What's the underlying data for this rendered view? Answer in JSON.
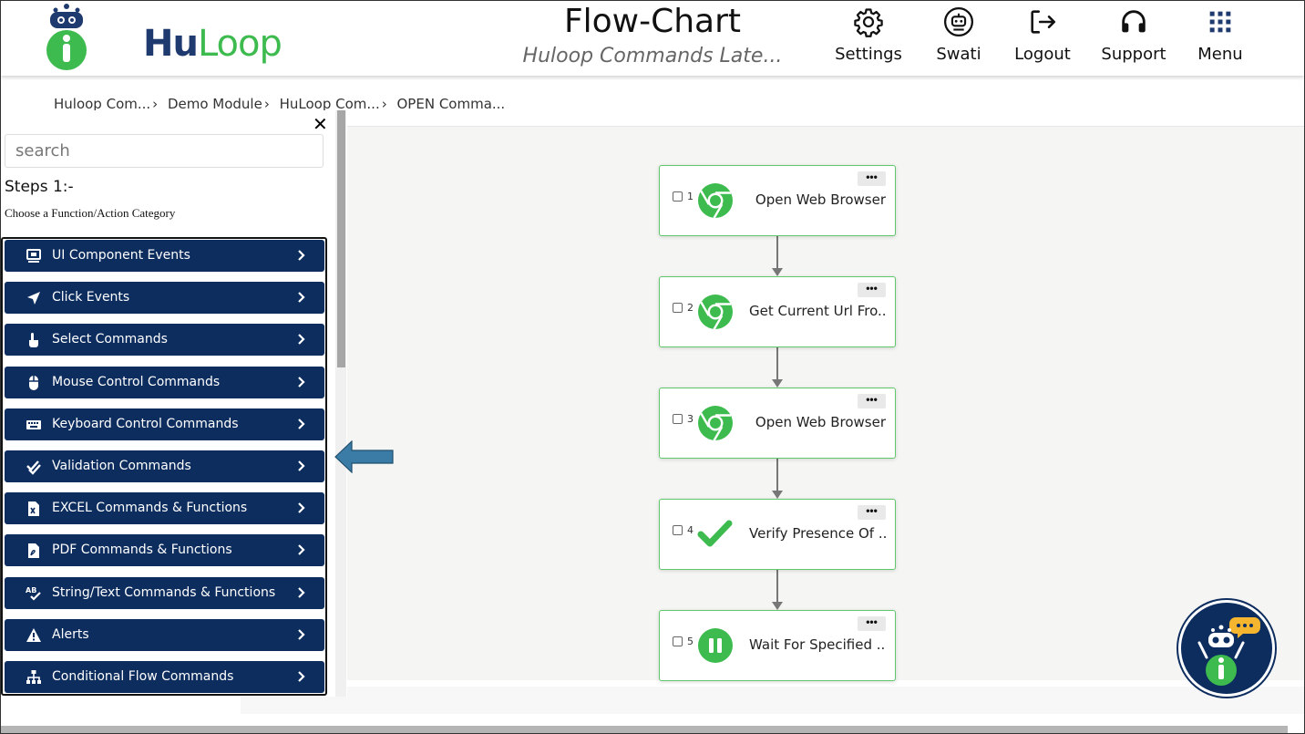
{
  "app": {
    "logo_hu": "Hu",
    "logo_loop": "Loop",
    "title": "Flow-Chart",
    "subtitle": "Huloop Commands Late..."
  },
  "header_nav": [
    {
      "label": "Settings",
      "icon": "gear-icon"
    },
    {
      "label": "Swati",
      "icon": "robot-avatar-icon"
    },
    {
      "label": "Logout",
      "icon": "logout-icon"
    },
    {
      "label": "Support",
      "icon": "headset-icon"
    },
    {
      "label": "Menu",
      "icon": "grid-menu-icon"
    }
  ],
  "breadcrumb": [
    "Huloop Com...",
    "Demo Module",
    "HuLoop Com...",
    "OPEN Comma..."
  ],
  "panel": {
    "close": "✕",
    "search_placeholder": "search",
    "steps_title": "Steps 1:-",
    "steps_subtitle": "Choose a Function/Action Category",
    "categories": [
      {
        "label": "UI Component Events",
        "icon": "monitor-icon"
      },
      {
        "label": "Click Events",
        "icon": "paper-plane-icon"
      },
      {
        "label": "Select Commands",
        "icon": "hand-pointer-icon"
      },
      {
        "label": "Mouse Control Commands",
        "icon": "mouse-icon"
      },
      {
        "label": "Keyboard Control Commands",
        "icon": "keyboard-icon"
      },
      {
        "label": "Validation Commands",
        "icon": "double-check-icon"
      },
      {
        "label": "EXCEL Commands & Functions",
        "icon": "excel-file-icon"
      },
      {
        "label": "PDF Commands & Functions",
        "icon": "pdf-file-icon"
      },
      {
        "label": "String/Text Commands & Functions",
        "icon": "spell-check-icon"
      },
      {
        "label": "Alerts",
        "icon": "warning-icon"
      },
      {
        "label": "Conditional Flow Commands",
        "icon": "sitemap-icon"
      }
    ]
  },
  "flow_nodes": [
    {
      "num": "1",
      "title": "Open Web Browser",
      "icon": "chrome-icon",
      "menu": "•••"
    },
    {
      "num": "2",
      "title": "Get Current Url Fro...",
      "icon": "chrome-icon",
      "menu": "•••"
    },
    {
      "num": "3",
      "title": "Open Web Browser",
      "icon": "chrome-icon",
      "menu": "•••"
    },
    {
      "num": "4",
      "title": "Verify Presence Of ...",
      "icon": "check-icon",
      "menu": "•••"
    },
    {
      "num": "5",
      "title": "Wait For Specified ...",
      "icon": "pause-icon",
      "menu": "•••"
    }
  ],
  "colors": {
    "navy": "#0d2d5f",
    "green": "#3dbb4e",
    "node_border": "#5ec86a",
    "arrow_blue": "#3a7ca5"
  }
}
